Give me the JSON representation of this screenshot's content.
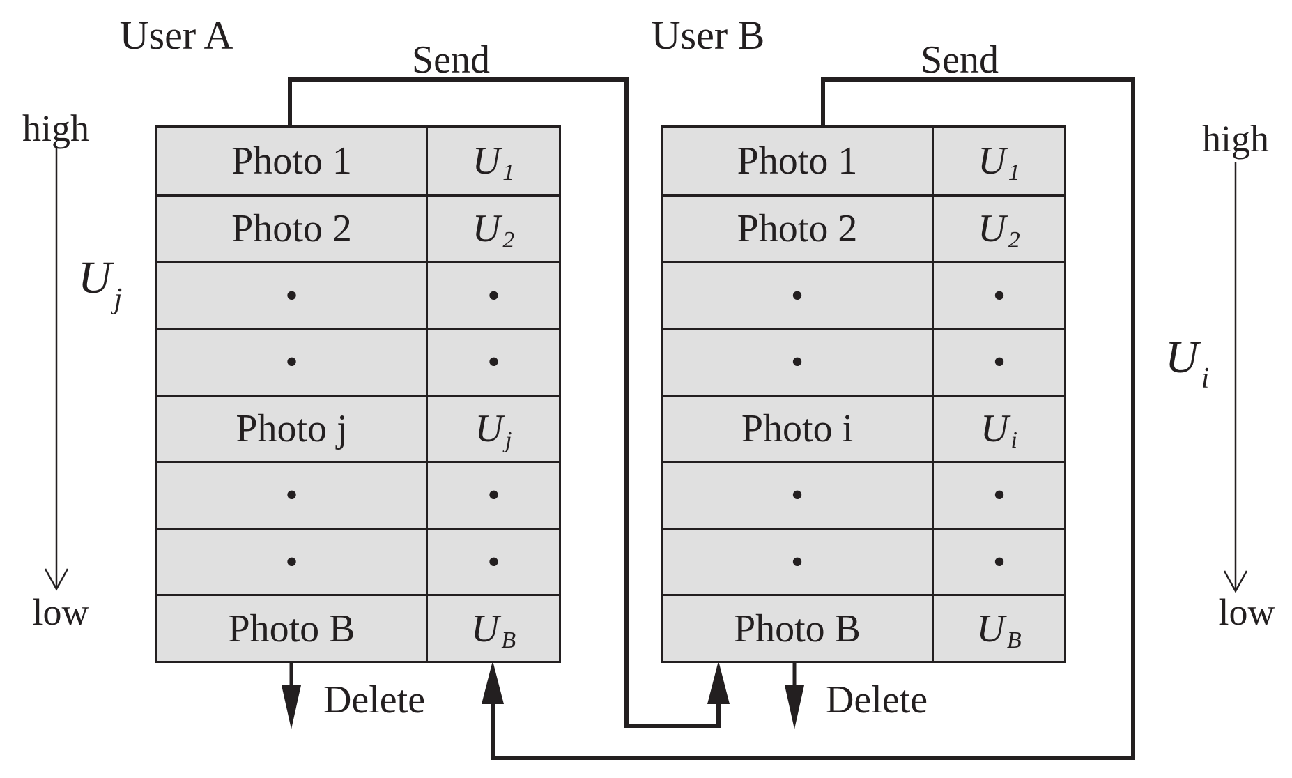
{
  "colors": {
    "background": "#ffffff",
    "line": "#231f20",
    "cell_fill": "#e0e0e0"
  },
  "left": {
    "user_title": "User A",
    "send_label": "Send",
    "delete_label": "Delete",
    "priority_high": "high",
    "priority_low": "low",
    "utility_axis": {
      "base": "U",
      "sub": "j"
    },
    "rows": [
      {
        "photo": "Photo 1",
        "u": "U",
        "sub": "1"
      },
      {
        "photo": "Photo 2",
        "u": "U",
        "sub": "2"
      },
      {
        "photo": "·",
        "u": "·",
        "sub": ""
      },
      {
        "photo": "·",
        "u": "·",
        "sub": ""
      },
      {
        "photo": "Photo j",
        "u": "U",
        "sub": "j"
      },
      {
        "photo": "·",
        "u": "·",
        "sub": ""
      },
      {
        "photo": "·",
        "u": "·",
        "sub": ""
      },
      {
        "photo": "Photo B",
        "u": "U",
        "sub": "B"
      }
    ]
  },
  "right": {
    "user_title": "User B",
    "send_label": "Send",
    "delete_label": "Delete",
    "priority_high": "high",
    "priority_low": "low",
    "utility_axis": {
      "base": "U",
      "sub": "i"
    },
    "rows": [
      {
        "photo": "Photo 1",
        "u": "U",
        "sub": "1"
      },
      {
        "photo": "Photo 2",
        "u": "U",
        "sub": "2"
      },
      {
        "photo": "·",
        "u": "·",
        "sub": ""
      },
      {
        "photo": "·",
        "u": "·",
        "sub": ""
      },
      {
        "photo": "Photo i",
        "u": "U",
        "sub": "i"
      },
      {
        "photo": "·",
        "u": "·",
        "sub": ""
      },
      {
        "photo": "·",
        "u": "·",
        "sub": ""
      },
      {
        "photo": "Photo B",
        "u": "U",
        "sub": "B"
      }
    ]
  }
}
